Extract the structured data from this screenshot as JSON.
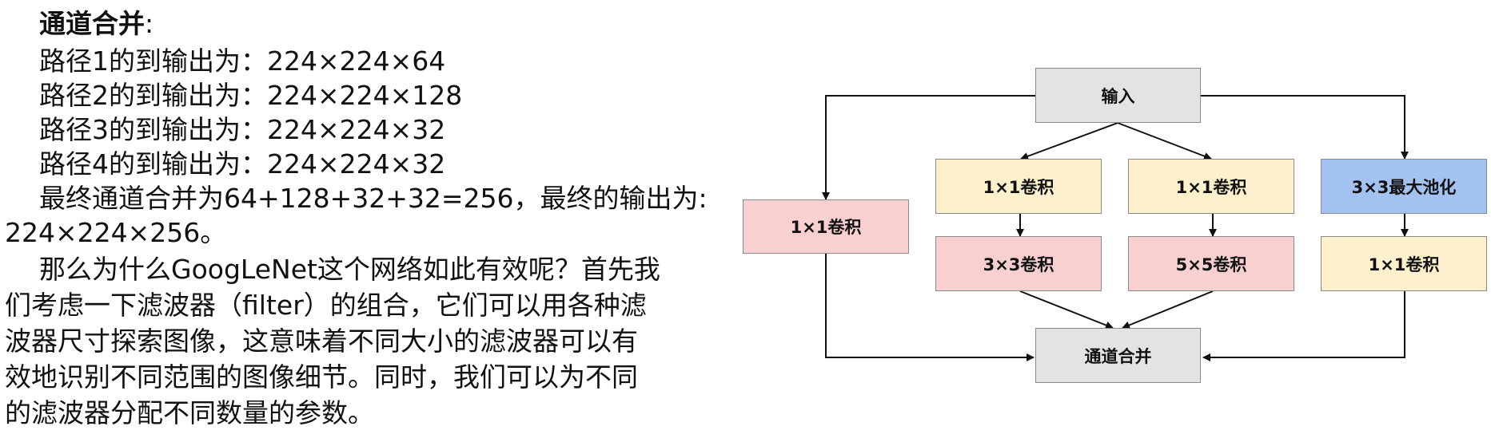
{
  "text": {
    "title": "通道合并",
    "title_colon": ":",
    "path1": "路径1的到输出为：224×224×64",
    "path2": "路径2的到输出为：224×224×128",
    "path3": "路径3的到输出为：224×224×32",
    "path4": "路径4的到输出为：224×224×32",
    "final_line1": "最终通道合并为64+128+32+32=256，最终的输出为:",
    "final_line2": "224×224×256。",
    "para_line1": "那么为什么GoogLeNet这个网络如此有效呢？首先我",
    "para_line2": "们考虑一下滤波器（filter）的组合，它们可以用各种滤",
    "para_line3": "波器尺寸探索图像，这意味着不同大小的滤波器可以有",
    "para_line4": "效地识别不同范围的图像细节。同时，我们可以为不同",
    "para_line5": "的滤波器分配不同数量的参数。"
  },
  "diagram": {
    "input": "输入",
    "branch1_conv1x1": "1×1卷积",
    "branch2_conv1x1": "1×1卷积",
    "branch2_conv3x3": "3×3卷积",
    "branch3_conv1x1": "1×1卷积",
    "branch3_conv5x5": "5×5卷积",
    "branch4_pool": "3×3最大池化",
    "branch4_conv1x1": "1×1卷积",
    "concat": "通道合并"
  },
  "colors": {
    "gray": "#e3e3e3",
    "pink": "#f8d0d0",
    "yellow": "#fdf0cc",
    "blue": "#a4c2ef",
    "arrow": "#111111"
  }
}
